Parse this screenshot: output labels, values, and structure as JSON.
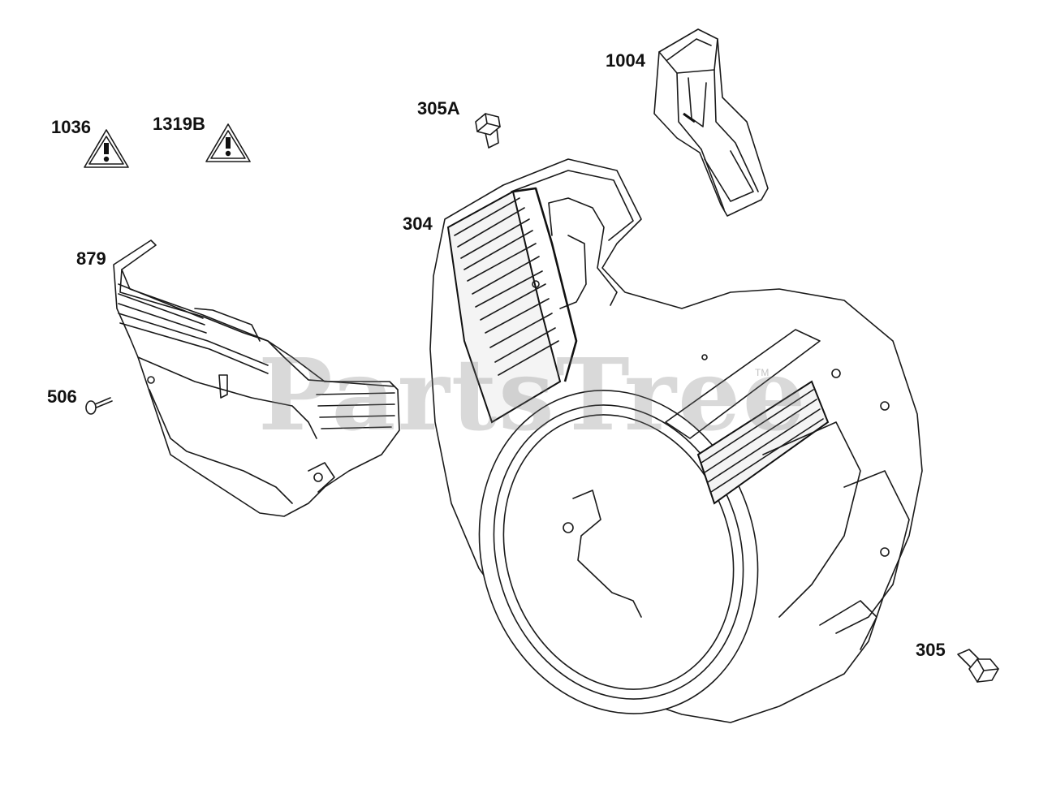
{
  "watermark": {
    "text": "PartsTree",
    "tm": "TM"
  },
  "callouts": {
    "p1036": "1036",
    "p1319b": "1319B",
    "p305a": "305A",
    "p1004": "1004",
    "p304": "304",
    "p879": "879",
    "p506": "506",
    "p305": "305"
  },
  "icons": {
    "warning_1036": "warning-triangle-icon",
    "warning_1319b": "warning-triangle-icon"
  }
}
